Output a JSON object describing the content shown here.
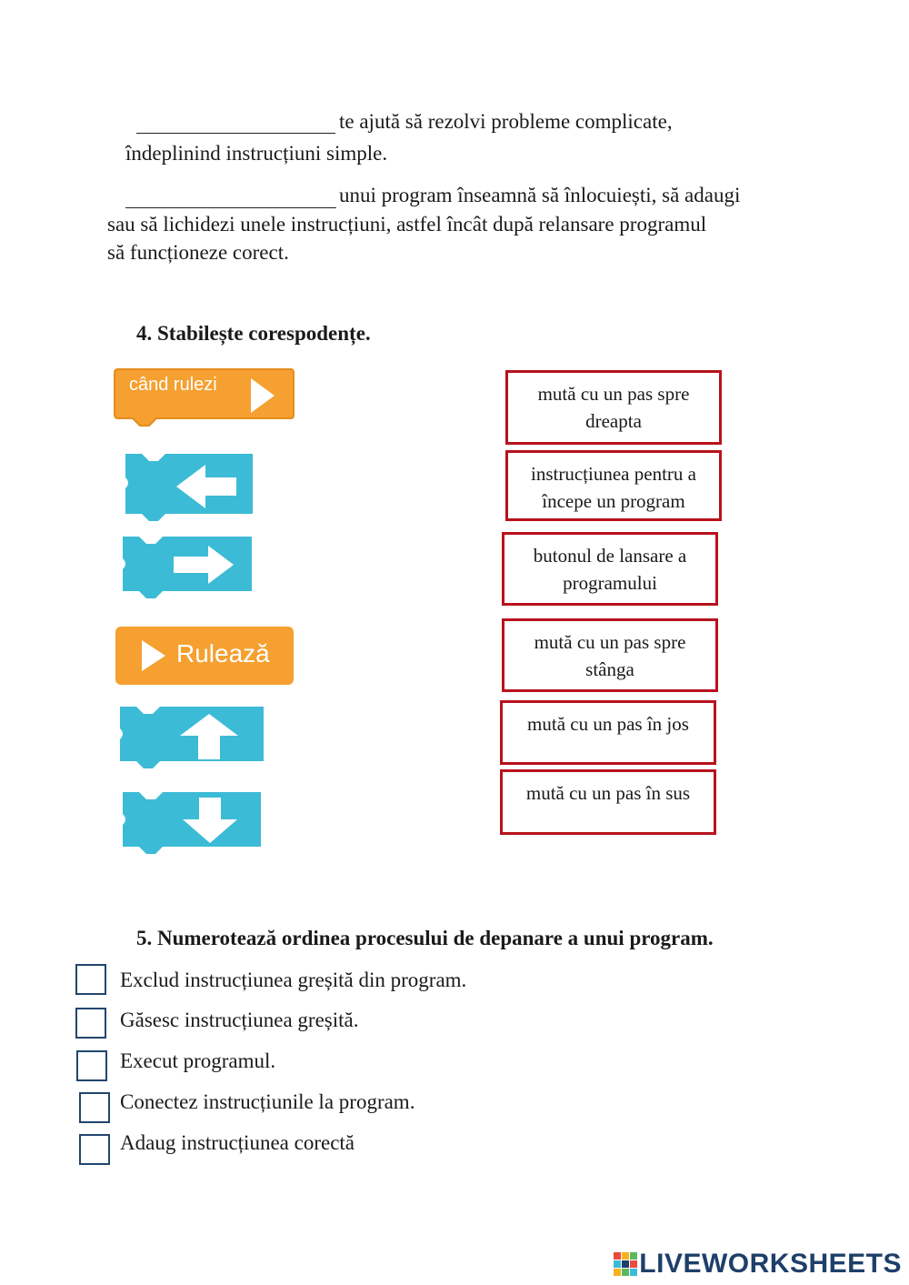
{
  "section3": {
    "line1_rest": "te ajută să rezolvi probleme complicate,",
    "line2": "îndeplinind instrucțiuni simple.",
    "line3_rest": "unui program înseamnă să înlocuiești, să adaugi",
    "line4": "sau să lichidezi unele instrucțiuni, astfel încât după relansare programul",
    "line5": "să funcționeze corect."
  },
  "section4": {
    "title": "4.  Stabilește corespodențe.",
    "blocks": {
      "start_label": "când rulezi",
      "run_label": "Rulează"
    },
    "options": [
      {
        "line1": "mută cu un pas spre",
        "line2": "dreapta"
      },
      {
        "line1": "instrucțiunea pentru a",
        "line2": "începe un program"
      },
      {
        "line1": "butonul de lansare a",
        "line2": "programului"
      },
      {
        "line1": "mută cu un pas spre",
        "line2": "stânga"
      },
      {
        "line1": "mută cu un pas în jos",
        "line2": ""
      },
      {
        "line1": "mută cu un pas în sus",
        "line2": ""
      }
    ]
  },
  "section5": {
    "title": "5.  Numerotează ordinea procesului de depanare a unui  program.",
    "items": [
      "Exclud instrucțiunea greșită din program.",
      "Găsesc instrucțiunea greșită.",
      "Execut programul.",
      "Conectez instrucțiunile la program.",
      "Adaug instrucțiunea corectă"
    ]
  },
  "footer": {
    "logo_text": "LIVEWORKSHEETS"
  },
  "colors": {
    "block_blue": "#3cbbd6",
    "block_orange": "#f5a030",
    "box_red": "#b8121c",
    "checkbox_blue": "#21466e"
  }
}
